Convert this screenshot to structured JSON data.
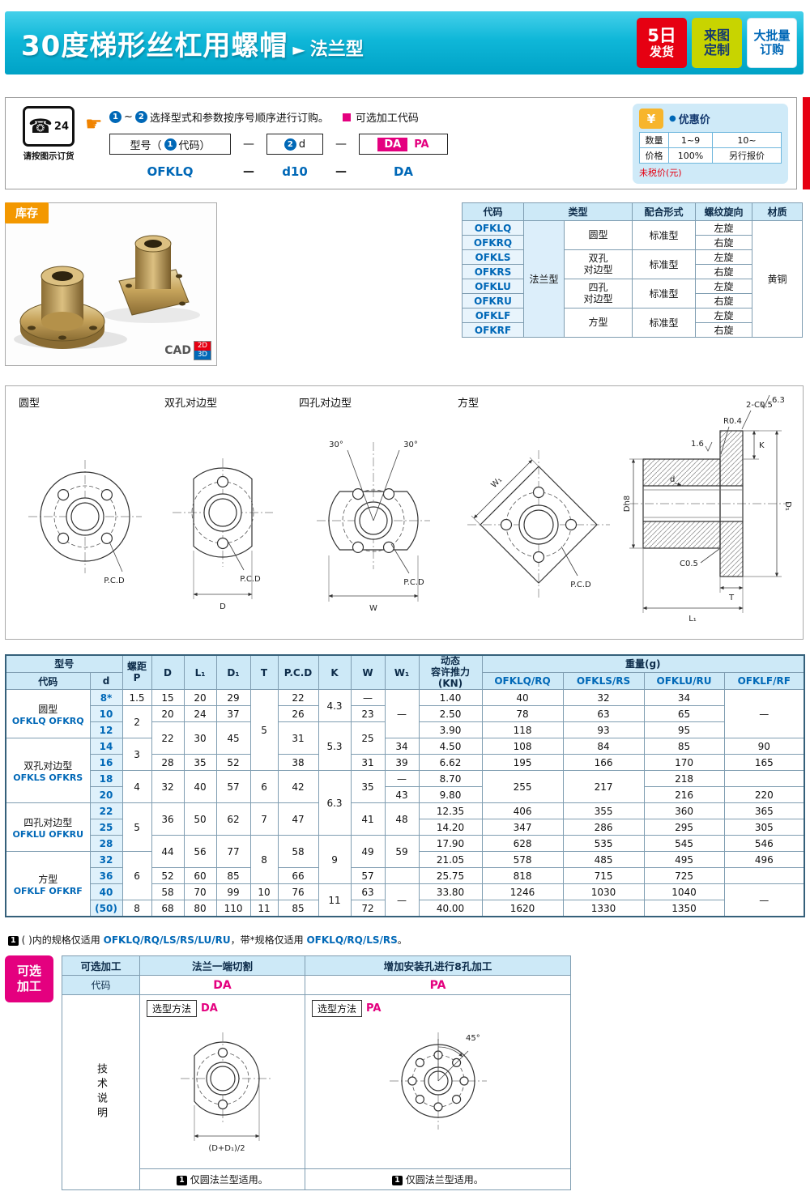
{
  "header": {
    "title": "30度梯形丝杠用螺帽",
    "arrow": "►",
    "subtitle": "法兰型",
    "badge_ship_line1": "5日",
    "badge_ship_line2": "发货",
    "badge_custom": "来图\n定制",
    "badge_bulk": "大批量\n订购"
  },
  "order": {
    "phone_glyph": "☎",
    "phone_24": "24",
    "phone_caption": "请按图示订货",
    "hand": "☛",
    "step1": "1",
    "step2": "2",
    "tilde": "~",
    "instruction": "选择型式和参数按序号顺序进行订购。",
    "square_note": "可选加工代码",
    "f_model_pre": "型号（",
    "f_model_post": "代码）",
    "f_d": "d",
    "dash": "—",
    "f_da": "DA",
    "f_pa": "PA",
    "ex_model": "OFKLQ",
    "ex_d": "d10",
    "ex_da": "DA"
  },
  "price": {
    "yen": "¥",
    "dot": "●",
    "title": "优惠价",
    "qty_label": "数量",
    "qty1": "1~9",
    "qty2": "10~",
    "price_label": "价格",
    "price1": "100%",
    "price2": "另行报价",
    "note": "未税价(元)"
  },
  "stock_badge": "库存",
  "cad": {
    "label": "CAD",
    "d2": "2D",
    "d3": "3D"
  },
  "type_table": {
    "headers": [
      "代码",
      "类型",
      "配合形式",
      "螺纹旋向",
      "材质"
    ],
    "rows": [
      [
        [
          "OFKLQ",
          1,
          "code"
        ],
        [
          "法兰型",
          8,
          "flange"
        ],
        [
          "圆型",
          2,
          "typ"
        ],
        [
          "标准型",
          2,
          ""
        ],
        [
          "左旋",
          1,
          ""
        ],
        [
          "黄铜",
          8,
          "mat"
        ]
      ],
      [
        [
          "OFKRQ",
          1,
          "code"
        ],
        [
          "右旋",
          1,
          ""
        ]
      ],
      [
        [
          "OFKLS",
          1,
          "code"
        ],
        [
          "双孔\n对边型",
          2,
          "typ"
        ],
        [
          "标准型",
          2,
          ""
        ],
        [
          "左旋",
          1,
          ""
        ]
      ],
      [
        [
          "OFKRS",
          1,
          "code"
        ],
        [
          "右旋",
          1,
          ""
        ]
      ],
      [
        [
          "OFKLU",
          1,
          "code"
        ],
        [
          "四孔\n对边型",
          2,
          "typ"
        ],
        [
          "标准型",
          2,
          ""
        ],
        [
          "左旋",
          1,
          ""
        ]
      ],
      [
        [
          "OFKRU",
          1,
          "code"
        ],
        [
          "右旋",
          1,
          ""
        ]
      ],
      [
        [
          "OFKLF",
          1,
          "code"
        ],
        [
          "方型",
          2,
          "typ"
        ],
        [
          "标准型",
          2,
          ""
        ],
        [
          "左旋",
          1,
          ""
        ]
      ],
      [
        [
          "OFKRF",
          1,
          "code"
        ],
        [
          "右旋",
          1,
          ""
        ]
      ]
    ]
  },
  "drawings": {
    "label1": "圆型",
    "label2": "双孔对边型",
    "label3": "四孔对边型",
    "label4": "方型",
    "pcd": "P.C.D",
    "dimD": "D",
    "dimW": "W",
    "dimW1": "W₁",
    "angle30": "30°",
    "finish63": "6.3",
    "c052": "2-C0.5",
    "r04": "R0.4",
    "k": "K",
    "dh8": "Dh8",
    "d": "d",
    "d1": "D₁",
    "c05": "C0.5",
    "t": "T",
    "l1": "L₁",
    "f16": "1.6"
  },
  "main_table": {
    "h_model": "型号",
    "h_code": "代码",
    "h_d": "d",
    "h_pitch": "螺距\nP",
    "h_D": "D",
    "h_L1": "L₁",
    "h_D1": "D₁",
    "h_T": "T",
    "h_PCD": "P.C.D",
    "h_K": "K",
    "h_W": "W",
    "h_W1": "W₁",
    "h_thrust": "动态\n容许推力\n(KN)",
    "h_weight": "重量(g)",
    "weight_cols": [
      "OFKLQ/RQ",
      "OFKLS/RS",
      "OFKLU/RU",
      "OFKLF/RF"
    ],
    "rows": [
      [
        [
          "圆型|OFKLQ OFKRQ",
          3,
          "grp"
        ],
        [
          "8*",
          1,
          "d"
        ],
        [
          "1.5",
          1,
          ""
        ],
        [
          "15",
          1,
          ""
        ],
        [
          "20",
          1,
          ""
        ],
        [
          "29",
          1,
          ""
        ],
        [
          "5",
          5,
          ""
        ],
        [
          "22",
          1,
          ""
        ],
        [
          "4.3",
          2,
          ""
        ],
        [
          "—",
          1,
          ""
        ],
        [
          "—",
          3,
          ""
        ],
        [
          "1.40",
          1,
          ""
        ],
        [
          "40",
          1,
          ""
        ],
        [
          "32",
          1,
          ""
        ],
        [
          "34",
          1,
          ""
        ],
        [
          "—",
          3,
          ""
        ]
      ],
      [
        [
          "10",
          1,
          "d"
        ],
        [
          "2",
          2,
          ""
        ],
        [
          "20",
          1,
          ""
        ],
        [
          "24",
          1,
          ""
        ],
        [
          "37",
          1,
          ""
        ],
        [
          "26",
          1,
          ""
        ],
        [
          "23",
          1,
          ""
        ],
        [
          "2.50",
          1,
          ""
        ],
        [
          "78",
          1,
          ""
        ],
        [
          "63",
          1,
          ""
        ],
        [
          "65",
          1,
          ""
        ]
      ],
      [
        [
          "12",
          1,
          "d"
        ],
        [
          "22",
          2,
          ""
        ],
        [
          "30",
          2,
          ""
        ],
        [
          "45",
          2,
          ""
        ],
        [
          "31",
          2,
          ""
        ],
        [
          "5.3",
          3,
          ""
        ],
        [
          "25",
          2,
          ""
        ],
        [
          "3.90",
          1,
          ""
        ],
        [
          "118",
          1,
          ""
        ],
        [
          "93",
          1,
          ""
        ],
        [
          "95",
          1,
          ""
        ]
      ],
      [
        [
          "双孔对边型|OFKLS OFKRS",
          4,
          "grp"
        ],
        [
          "14",
          1,
          "d"
        ],
        [
          "3",
          2,
          ""
        ],
        [
          "34",
          1,
          ""
        ],
        [
          "4.50",
          1,
          ""
        ],
        [
          "108",
          1,
          ""
        ],
        [
          "84",
          1,
          ""
        ],
        [
          "85",
          1,
          ""
        ],
        [
          "90",
          1,
          ""
        ]
      ],
      [
        [
          "16",
          1,
          "d"
        ],
        [
          "28",
          1,
          ""
        ],
        [
          "35",
          1,
          ""
        ],
        [
          "52",
          1,
          ""
        ],
        [
          "38",
          1,
          ""
        ],
        [
          "31",
          1,
          ""
        ],
        [
          "39",
          1,
          ""
        ],
        [
          "6.62",
          1,
          ""
        ],
        [
          "195",
          1,
          ""
        ],
        [
          "166",
          1,
          ""
        ],
        [
          "170",
          1,
          ""
        ],
        [
          "165",
          1,
          ""
        ]
      ],
      [
        [
          "18",
          1,
          "d"
        ],
        [
          "4",
          2,
          ""
        ],
        [
          "32",
          2,
          ""
        ],
        [
          "40",
          2,
          ""
        ],
        [
          "57",
          2,
          ""
        ],
        [
          "6",
          2,
          ""
        ],
        [
          "42",
          2,
          ""
        ],
        [
          "6.3",
          4,
          ""
        ],
        [
          "35",
          2,
          ""
        ],
        [
          "—",
          1,
          ""
        ],
        [
          "8.70",
          1,
          ""
        ],
        [
          "255",
          2,
          ""
        ],
        [
          "217",
          2,
          ""
        ],
        [
          "218",
          1,
          ""
        ],
        [
          "",
          1,
          ""
        ]
      ],
      [
        [
          "20",
          1,
          "d"
        ],
        [
          "43",
          1,
          ""
        ],
        [
          "9.80",
          1,
          ""
        ],
        [
          "216",
          1,
          ""
        ],
        [
          "220",
          1,
          ""
        ]
      ],
      [
        [
          "四孔对边型|OFKLU OFKRU",
          3,
          "grp"
        ],
        [
          "22",
          1,
          "d"
        ],
        [
          "5",
          3,
          ""
        ],
        [
          "36",
          2,
          ""
        ],
        [
          "50",
          2,
          ""
        ],
        [
          "62",
          2,
          ""
        ],
        [
          "7",
          2,
          ""
        ],
        [
          "47",
          2,
          ""
        ],
        [
          "41",
          2,
          ""
        ],
        [
          "48",
          2,
          ""
        ],
        [
          "12.35",
          1,
          ""
        ],
        [
          "406",
          1,
          ""
        ],
        [
          "355",
          1,
          ""
        ],
        [
          "360",
          1,
          ""
        ],
        [
          "365",
          1,
          ""
        ]
      ],
      [
        [
          "25",
          1,
          "d"
        ],
        [
          "14.20",
          1,
          ""
        ],
        [
          "347",
          1,
          ""
        ],
        [
          "286",
          1,
          ""
        ],
        [
          "295",
          1,
          ""
        ],
        [
          "305",
          1,
          ""
        ]
      ],
      [
        [
          "28",
          1,
          "d"
        ],
        [
          "44",
          2,
          ""
        ],
        [
          "56",
          2,
          ""
        ],
        [
          "77",
          2,
          ""
        ],
        [
          "8",
          3,
          ""
        ],
        [
          "58",
          2,
          ""
        ],
        [
          "9",
          3,
          ""
        ],
        [
          "49",
          2,
          ""
        ],
        [
          "59",
          2,
          ""
        ],
        [
          "17.90",
          1,
          ""
        ],
        [
          "628",
          1,
          ""
        ],
        [
          "535",
          1,
          ""
        ],
        [
          "545",
          1,
          ""
        ],
        [
          "546",
          1,
          ""
        ]
      ],
      [
        [
          "方型|OFKLF OFKRF",
          4,
          "grp"
        ],
        [
          "32",
          1,
          "d"
        ],
        [
          "6",
          3,
          ""
        ],
        [
          "21.05",
          1,
          ""
        ],
        [
          "578",
          1,
          ""
        ],
        [
          "485",
          1,
          ""
        ],
        [
          "495",
          1,
          ""
        ],
        [
          "496",
          1,
          ""
        ]
      ],
      [
        [
          "36",
          1,
          "d"
        ],
        [
          "52",
          1,
          ""
        ],
        [
          "60",
          1,
          ""
        ],
        [
          "85",
          1,
          ""
        ],
        [
          "66",
          1,
          ""
        ],
        [
          "57",
          1,
          ""
        ],
        [
          "",
          1,
          ""
        ],
        [
          "25.75",
          1,
          ""
        ],
        [
          "818",
          1,
          ""
        ],
        [
          "715",
          1,
          ""
        ],
        [
          "725",
          1,
          ""
        ],
        [
          "",
          1,
          ""
        ]
      ],
      [
        [
          "40",
          1,
          "d"
        ],
        [
          "58",
          1,
          ""
        ],
        [
          "70",
          1,
          ""
        ],
        [
          "99",
          1,
          ""
        ],
        [
          "10",
          1,
          ""
        ],
        [
          "76",
          1,
          ""
        ],
        [
          "11",
          2,
          ""
        ],
        [
          "63",
          1,
          ""
        ],
        [
          "—",
          2,
          ""
        ],
        [
          "33.80",
          1,
          ""
        ],
        [
          "1246",
          1,
          ""
        ],
        [
          "1030",
          1,
          ""
        ],
        [
          "1040",
          1,
          ""
        ],
        [
          "—",
          2,
          ""
        ]
      ],
      [
        [
          "(50)",
          1,
          "d"
        ],
        [
          "8",
          1,
          ""
        ],
        [
          "68",
          1,
          ""
        ],
        [
          "80",
          1,
          ""
        ],
        [
          "110",
          1,
          ""
        ],
        [
          "11",
          1,
          ""
        ],
        [
          "85",
          1,
          ""
        ],
        [
          "72",
          1,
          ""
        ],
        [
          "40.00",
          1,
          ""
        ],
        [
          "1620",
          1,
          ""
        ],
        [
          "1330",
          1,
          ""
        ],
        [
          "1350",
          1,
          ""
        ]
      ]
    ]
  },
  "note": {
    "icon": "1",
    "seg1": "( )内的规格仅适用 ",
    "code1": "OFKLQ/RQ/LS/RS/LU/RU",
    "seg2": "，带*规格仅适用 ",
    "code2": "OFKLQ/RQ/LS/RS",
    "seg3": "。"
  },
  "optional": {
    "badge": "可选\n加工",
    "h_col": "可选加工",
    "h_da": "法兰一端切割",
    "h_pa": "增加安装孔进行8孔加工",
    "code_label": "代码",
    "code_da": "DA",
    "code_pa": "PA",
    "tech": "技术说明",
    "sel_label": "选型方法",
    "da_dim": "(D+D₁)/2",
    "pa_angle": "45°",
    "note_icon": "1",
    "note_text": "仅圆法兰型适用。"
  }
}
